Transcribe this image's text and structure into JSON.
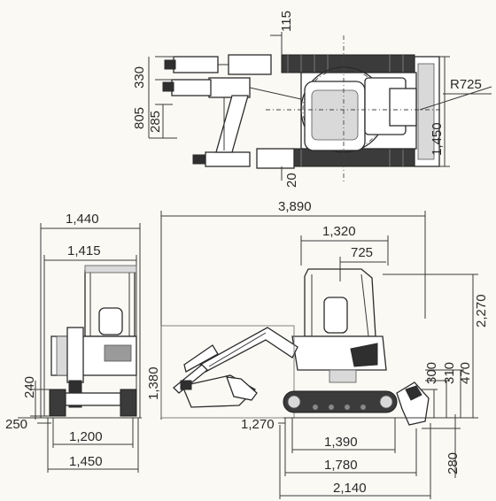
{
  "top_view": {
    "dims": {
      "d115": "115",
      "d330": "330",
      "d805": "805",
      "d285": "285",
      "d20": "20",
      "r725": "R725",
      "d1450": "1,450"
    }
  },
  "front_view": {
    "dims": {
      "d1440": "1,440",
      "d1415": "1,415",
      "d240": "240",
      "d250": "250",
      "d1200": "1,200",
      "d1450": "1,450"
    }
  },
  "side_view": {
    "dims": {
      "d3890": "3,890",
      "d1320": "1,320",
      "d725": "725",
      "d2270": "2,270",
      "d1380": "1,380",
      "d300": "300",
      "d310": "310",
      "d470": "470",
      "d1270": "1,270",
      "d1390": "1,390",
      "d1780": "1,780",
      "d280": "280",
      "d2140": "2,140"
    }
  },
  "colors": {
    "line": "#3a3a3a",
    "track": "#3b3b3b",
    "background": "#fbf9f4"
  }
}
